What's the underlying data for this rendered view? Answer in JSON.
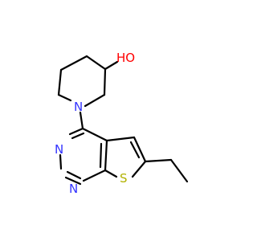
{
  "molecule": {
    "colors": {
      "bond": "#000000",
      "carbon": "#000000",
      "nitrogen": "#3333ff",
      "oxygen": "#ff0000",
      "sulfur": "#b2b200"
    },
    "atoms": {
      "oh": {
        "label": "HO",
        "element": "O"
      },
      "n_piperidine": {
        "label": "N",
        "element": "N"
      },
      "n3": {
        "label": "N",
        "element": "N"
      },
      "n1": {
        "label": "N",
        "element": "N"
      },
      "s": {
        "label": "S",
        "element": "S"
      }
    }
  }
}
